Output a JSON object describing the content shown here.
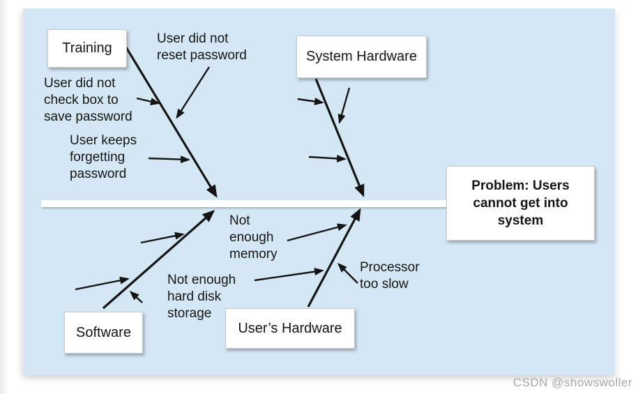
{
  "diagram": {
    "type": "fishbone cause-and-effect",
    "problem_label": "Problem: Users\ncannot get into\nsystem",
    "category_boxes": {
      "training": "Training",
      "system_hardware": "System Hardware",
      "software": "Software",
      "users_hardware": "User’s Hardware"
    },
    "cause_labels": {
      "reset_password": "User did not\nreset password",
      "check_box": "User did not\ncheck box to\nsave password",
      "forgetting": "User keeps\nforgetting\npassword",
      "memory": "Not\nenough\nmemory",
      "hard_disk": "Not enough\nhard disk\nstorage",
      "processor": "Processor\ntoo slow"
    },
    "causes_by_category": {
      "Training": [
        "User did not reset password",
        "User did not check box to save password",
        "User keeps forgetting password"
      ],
      "System Hardware": [],
      "Software": [],
      "User’s Hardware": [
        "Not enough memory",
        "Not enough hard disk storage",
        "Processor too slow"
      ]
    }
  },
  "colors": {
    "canvas_background": "#d3e7f5",
    "line": "#141414",
    "box_background": "#ffffff",
    "watermark": "#a8a8a8"
  },
  "watermark": "CSDN @showswoller"
}
